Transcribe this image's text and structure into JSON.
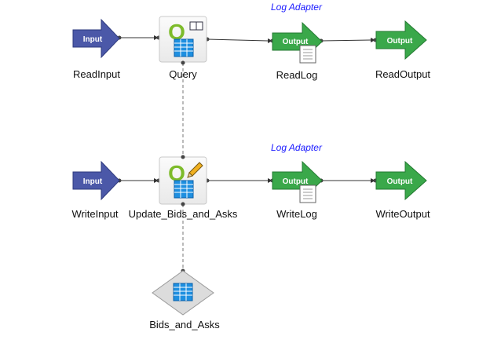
{
  "flows": [
    {
      "adapter_label": "Log Adapter",
      "input": {
        "text": "Input",
        "name": "ReadInput",
        "color": "#4b58a8"
      },
      "query": {
        "name": "Query",
        "badge": "book-icon"
      },
      "log": {
        "text": "Output",
        "name": "ReadLog",
        "color": "#3aa84a"
      },
      "output": {
        "text": "Output",
        "name": "ReadOutput",
        "color": "#3aa84a"
      }
    },
    {
      "adapter_label": "Log Adapter",
      "input": {
        "text": "Input",
        "name": "WriteInput",
        "color": "#4b58a8"
      },
      "query": {
        "name": "Update_Bids_and_Asks",
        "badge": "pencil-icon"
      },
      "log": {
        "text": "Output",
        "name": "WriteLog",
        "color": "#3aa84a"
      },
      "output": {
        "text": "Output",
        "name": "WriteOutput",
        "color": "#3aa84a"
      }
    }
  ],
  "table": {
    "name": "Bids_and_Asks"
  }
}
